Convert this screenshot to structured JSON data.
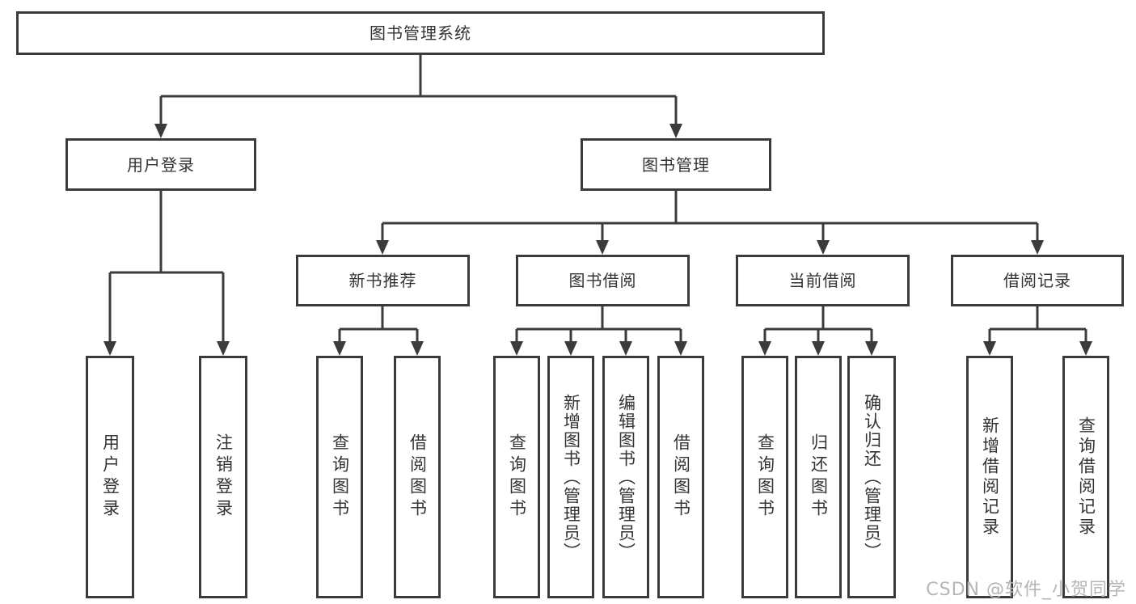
{
  "diagram": {
    "title": "图书管理系统",
    "level2": {
      "user_login": "用户登录",
      "book_management": "图书管理"
    },
    "level3": {
      "new_book_recommend": "新书推荐",
      "book_borrow": "图书借阅",
      "current_borrow": "当前借阅",
      "borrow_record": "借阅记录"
    },
    "leaves": {
      "user_login": "用户登录",
      "logout": "注销登录",
      "query_book_1": "查询图书",
      "borrow_book_1": "借阅图书",
      "query_book_2": "查询图书",
      "add_book_admin": "新增图书（管理员）",
      "edit_book_admin": "编辑图书（管理员）",
      "borrow_book_2": "借阅图书",
      "query_book_3": "查询图书",
      "return_book": "归还图书",
      "confirm_return_admin": "确认归还（管理员）",
      "add_borrow_record": "新增借阅记录",
      "query_borrow_record": "查询借阅记录"
    }
  },
  "watermark": "CSDN @软件_小贺同学",
  "colors": {
    "line": "#3b3b3b",
    "text": "#333333",
    "watermark": "#b5b5b5",
    "background": "#ffffff"
  }
}
